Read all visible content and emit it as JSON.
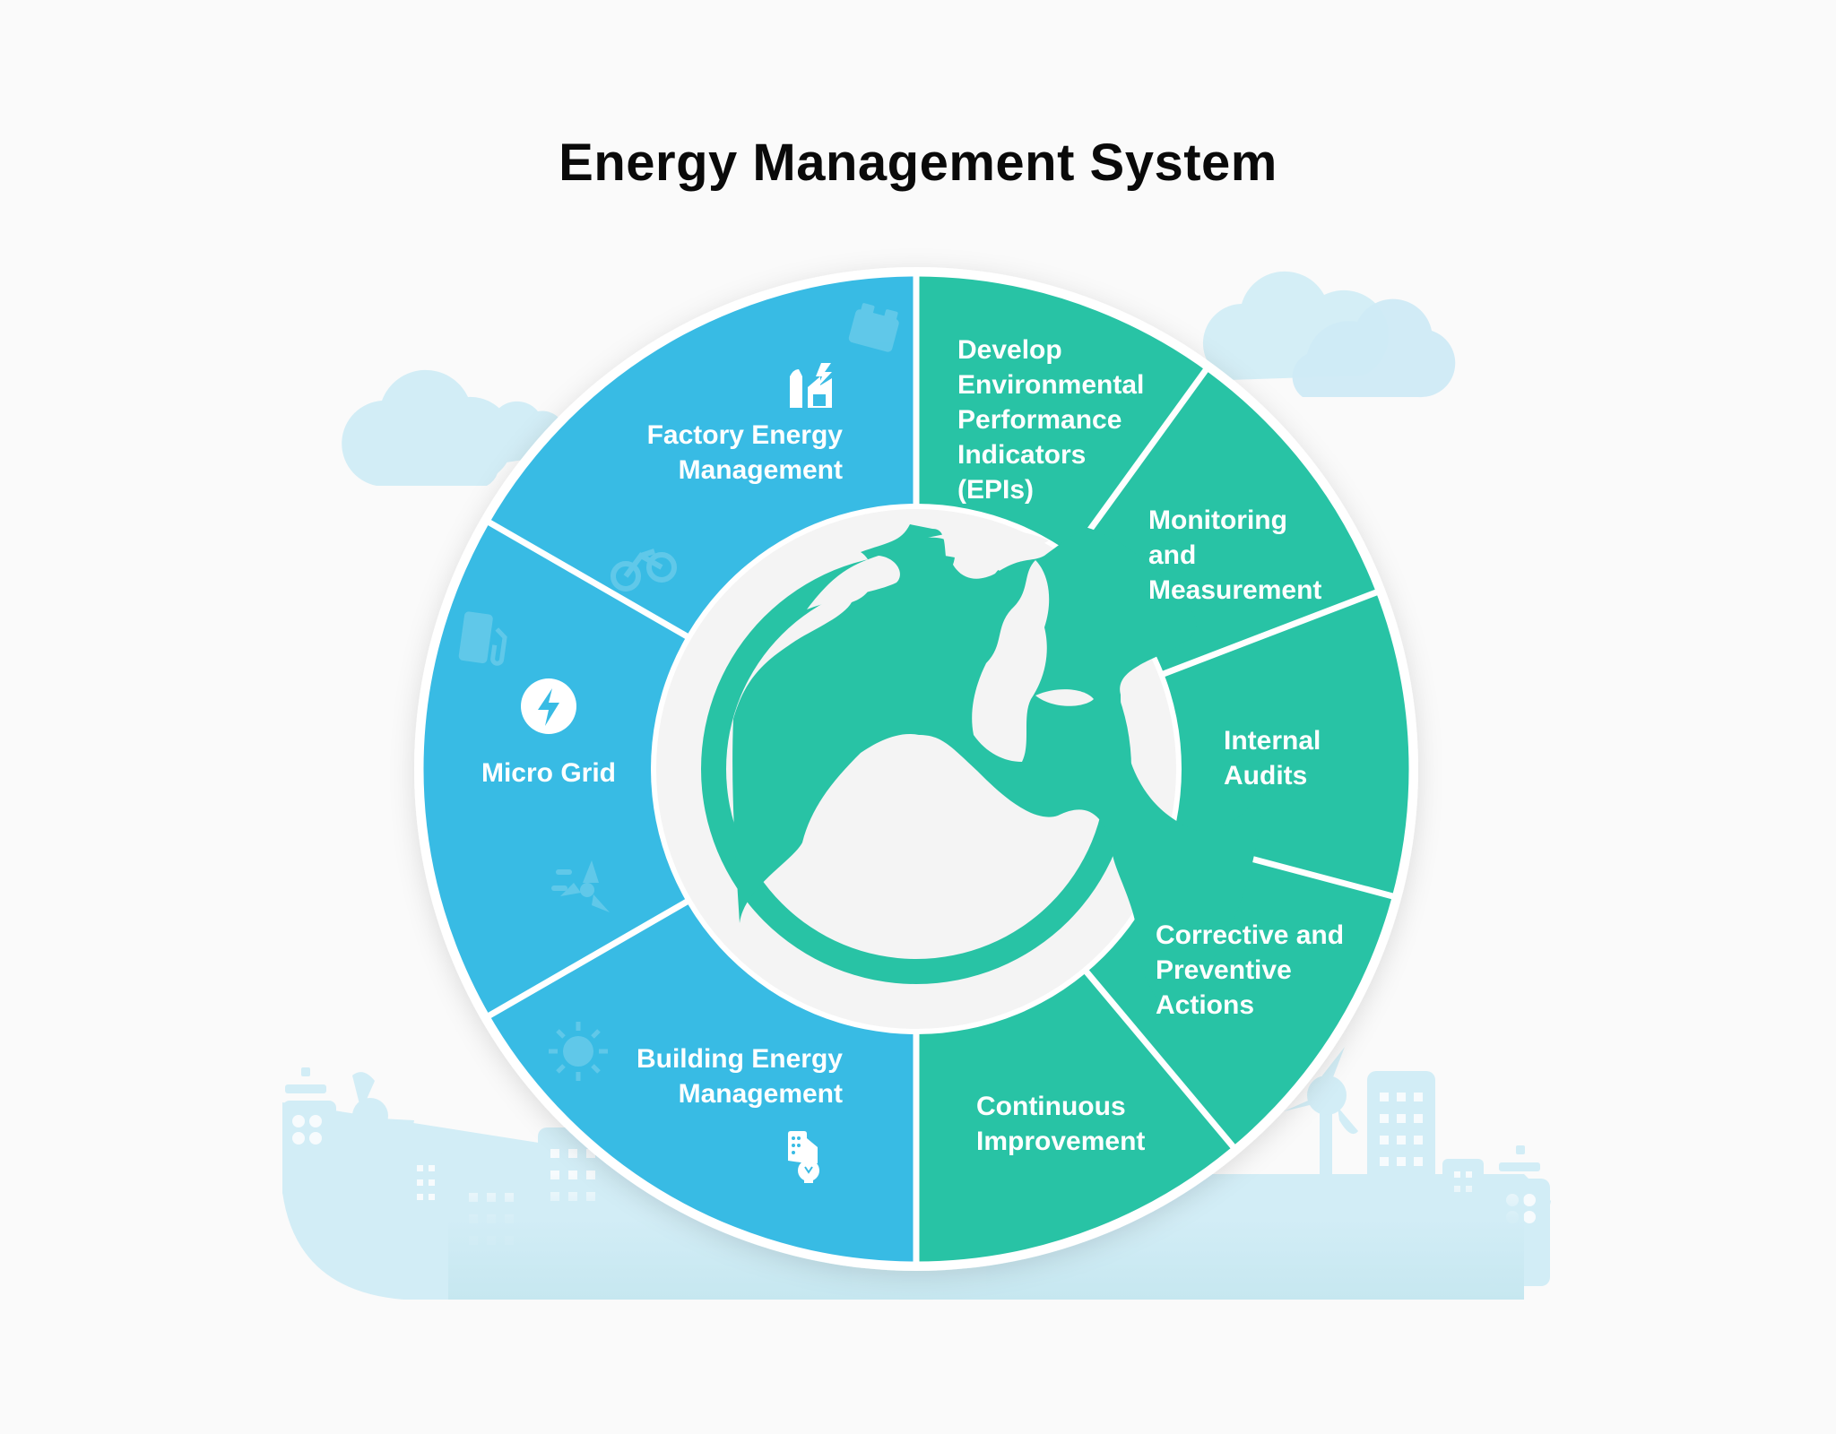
{
  "title": "Energy Management System",
  "colors": {
    "background": "#fafafa",
    "blue": "#38bbe4",
    "green": "#28c3a5",
    "hub": "#f4f4f4",
    "decor": "#d2edf6",
    "title": "#0a0a0a"
  },
  "center": {
    "icon": "globe-icon"
  },
  "segments_left": [
    {
      "label_line1": "Factory Energy",
      "label_line2": "Management",
      "icon": "factory-lightning-icon",
      "decor_icons": [
        "battery-icon",
        "bicycle-icon"
      ]
    },
    {
      "label_line1": "Micro Grid",
      "icon": "lightning-circle-icon",
      "decor_icons": [
        "fuel-pump-icon",
        "wind-turbine-icon"
      ]
    },
    {
      "label_line1": "Building Energy",
      "label_line2": "Management",
      "icon": "building-lightbulb-icon",
      "decor_icons": [
        "sun-icon"
      ]
    }
  ],
  "segments_right": [
    {
      "lines": [
        "Develop",
        "Environmental",
        "Performance",
        "Indicators",
        "(EPIs)"
      ]
    },
    {
      "lines": [
        "Monitoring",
        "and",
        "Measurement"
      ]
    },
    {
      "lines": [
        "Internal",
        "Audits"
      ]
    },
    {
      "lines": [
        "Corrective and",
        "Preventive",
        "Actions"
      ]
    },
    {
      "lines": [
        "Continuous",
        "Improvement"
      ]
    }
  ],
  "background_decor": [
    "cloud-icon",
    "cloud-icon",
    "cloud-icon",
    "cloud-icon",
    "city-skyline",
    "wind-turbine-icon"
  ]
}
